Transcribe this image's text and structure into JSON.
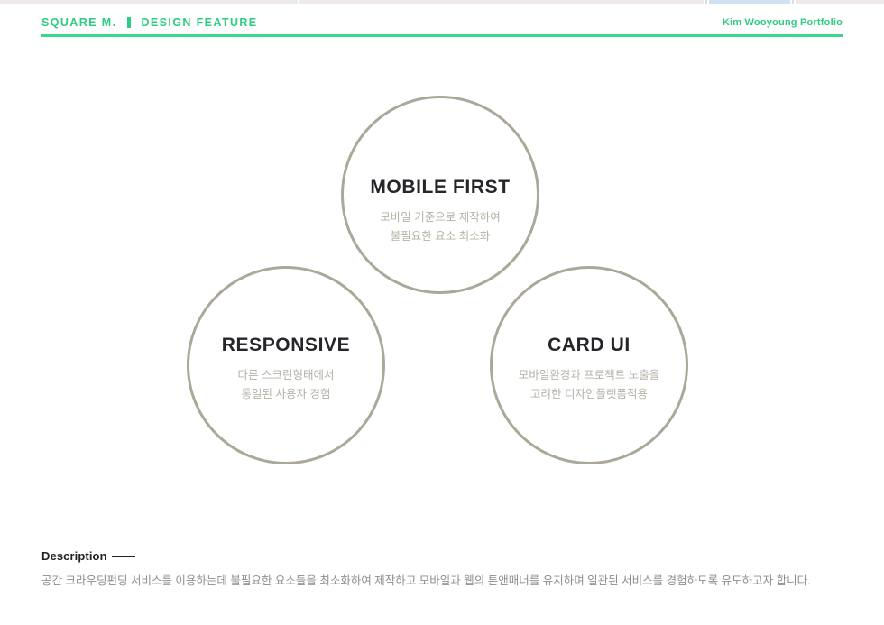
{
  "page": {
    "background": "#ffffff",
    "accent_green": "#2ecc80",
    "rule_green": "#3ed68d",
    "circle_stroke": "#aba89a",
    "title_color": "#26262a",
    "subtitle_color": "#b5b2a7"
  },
  "header": {
    "brand": "SQUARE M.",
    "separator": "|",
    "section": "DESIGN  FEATURE",
    "portfolio_label": "Kim Wooyoung Portfolio"
  },
  "features": [
    {
      "id": "mobile-first",
      "title": "MOBILE FIRST",
      "desc_line1": "모바일 기준으로 제작하여",
      "desc_line2": "불필요한 요소 최소화"
    },
    {
      "id": "responsive",
      "title": "RESPONSIVE",
      "desc_line1": "다른 스크린형태에서",
      "desc_line2": "통일된 사용자 경험"
    },
    {
      "id": "card-ui",
      "title": "CARD UI",
      "desc_line1": "모바일환경과 프로젝트 노출을",
      "desc_line2": "고려한 디자인플랫폼적용"
    }
  ],
  "description": {
    "heading": "Description",
    "body": "공간 크라우딩펀딩 서비스를 이용하는데 불필요한 요소들을 최소화하여 제작하고 모바일과 웹의 톤앤매너를 유지하며 일관된 서비스를 경험하도록 유도하고자 합니다."
  }
}
